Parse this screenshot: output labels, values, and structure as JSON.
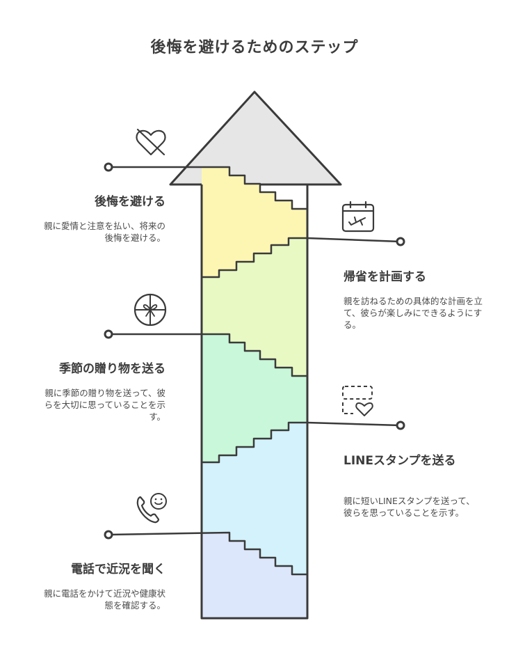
{
  "title": "後悔を避けるためのステップ",
  "steps": [
    {
      "title": "後悔を避ける",
      "desc": "親に愛情と注意を払い、将来の後悔を避ける。",
      "icon": "heart-off-icon",
      "fill": "#fdf6b2"
    },
    {
      "title": "帰省を計画する",
      "desc": "親を訪ねるための具体的な計画を立て、彼らが楽しみにできるようにする。",
      "icon": "calendar-plane-icon",
      "fill": "#e8f9c4"
    },
    {
      "title": "季節の贈り物を送る",
      "desc": "親に季節の贈り物を送って、彼らを大切に思っていることを示す。",
      "icon": "gift-icon",
      "fill": "#c8f7d9"
    },
    {
      "title": "LINEスタンプを送る",
      "desc": "親に短いLINEスタンプを送って、彼らを思っていることを示す。",
      "icon": "sticker-heart-icon",
      "fill": "#d3f2fb"
    },
    {
      "title": "電話で近況を聞く",
      "desc": "親に電話をかけて近況や健康状態を確認する。",
      "icon": "phone-smile-icon",
      "fill": "#dde7fb"
    }
  ],
  "colors": {
    "arrow_head": "#e6e6e6",
    "stroke": "#3a3a3a"
  }
}
